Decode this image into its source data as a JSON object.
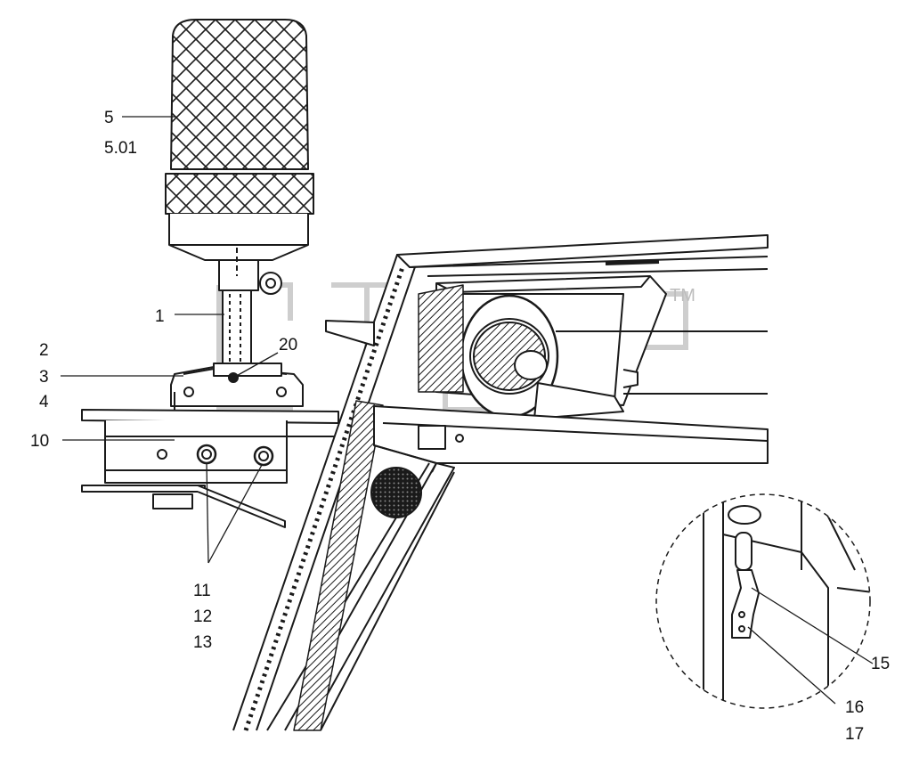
{
  "header_mark": "",
  "callouts": {
    "c1": "1",
    "c2": "2",
    "c3": "3",
    "c4": "4",
    "c5": "5",
    "c5_01": "5.01",
    "c10": "10",
    "c11": "11",
    "c12": "12",
    "c13": "13",
    "c15": "15",
    "c16": "16",
    "c17": "17",
    "c20": "20"
  },
  "watermark": {
    "text": "",
    "trademark": "TM",
    "color": "#c9c9c9"
  },
  "colors": {
    "line": "#1a1a1a",
    "filter_fill": "#ffffff",
    "dark_fill": "#222222"
  }
}
